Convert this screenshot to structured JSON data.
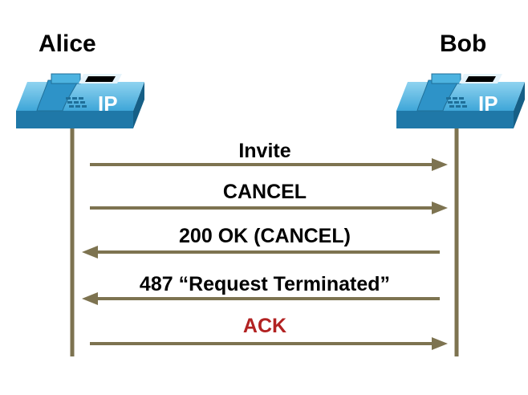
{
  "participants": {
    "left": {
      "name": "Alice",
      "device_label": "IP"
    },
    "right": {
      "name": "Bob",
      "device_label": "IP"
    }
  },
  "messages": [
    {
      "label": "Invite",
      "direction": "right",
      "color": "#000000"
    },
    {
      "label": "CANCEL",
      "direction": "right",
      "color": "#000000"
    },
    {
      "label": "200 OK (CANCEL)",
      "direction": "left",
      "color": "#000000"
    },
    {
      "label": "487 “Request Terminated”",
      "direction": "left",
      "color": "#000000"
    },
    {
      "label": "ACK",
      "direction": "right",
      "color": "#b22222"
    }
  ],
  "colors": {
    "lifeline": "#7d7350",
    "phone_body": "#3aa0d2",
    "phone_dark": "#1f6f99",
    "phone_light": "#7cc7ea"
  }
}
